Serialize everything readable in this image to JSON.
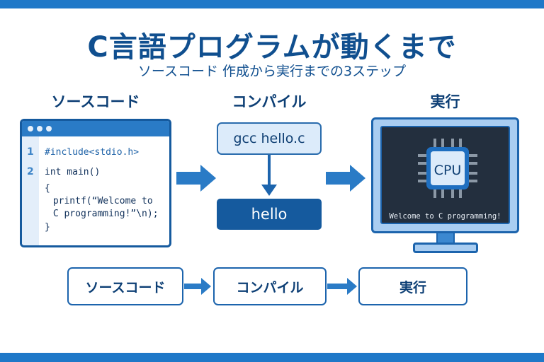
{
  "header": {
    "title": "C言語プログラムが動くまで",
    "subtitle": "ソースコード 作成から実行までの3ステップ"
  },
  "columns": [
    {
      "title": "ソースコード"
    },
    {
      "title": "コンパイル"
    },
    {
      "title": "実行"
    }
  ],
  "source_code": {
    "line_numbers": [
      "1",
      "2"
    ],
    "lines": [
      "#include<stdio.h>",
      "int main()",
      "{",
      " printf(“Welcome to",
      " C programming!”\\n);",
      "}"
    ]
  },
  "compile": {
    "command": "gcc hello.c",
    "output": "hello"
  },
  "execute": {
    "chip_label": "CPU",
    "screen_output": "Welcome to C programming!"
  },
  "flow": {
    "steps": [
      "ソースコード",
      "コンパイル",
      "実行"
    ]
  },
  "colors": {
    "primary": "#1f78c8",
    "dark": "#104f8f",
    "screen": "#232f3e",
    "light": "#dcebfa"
  }
}
